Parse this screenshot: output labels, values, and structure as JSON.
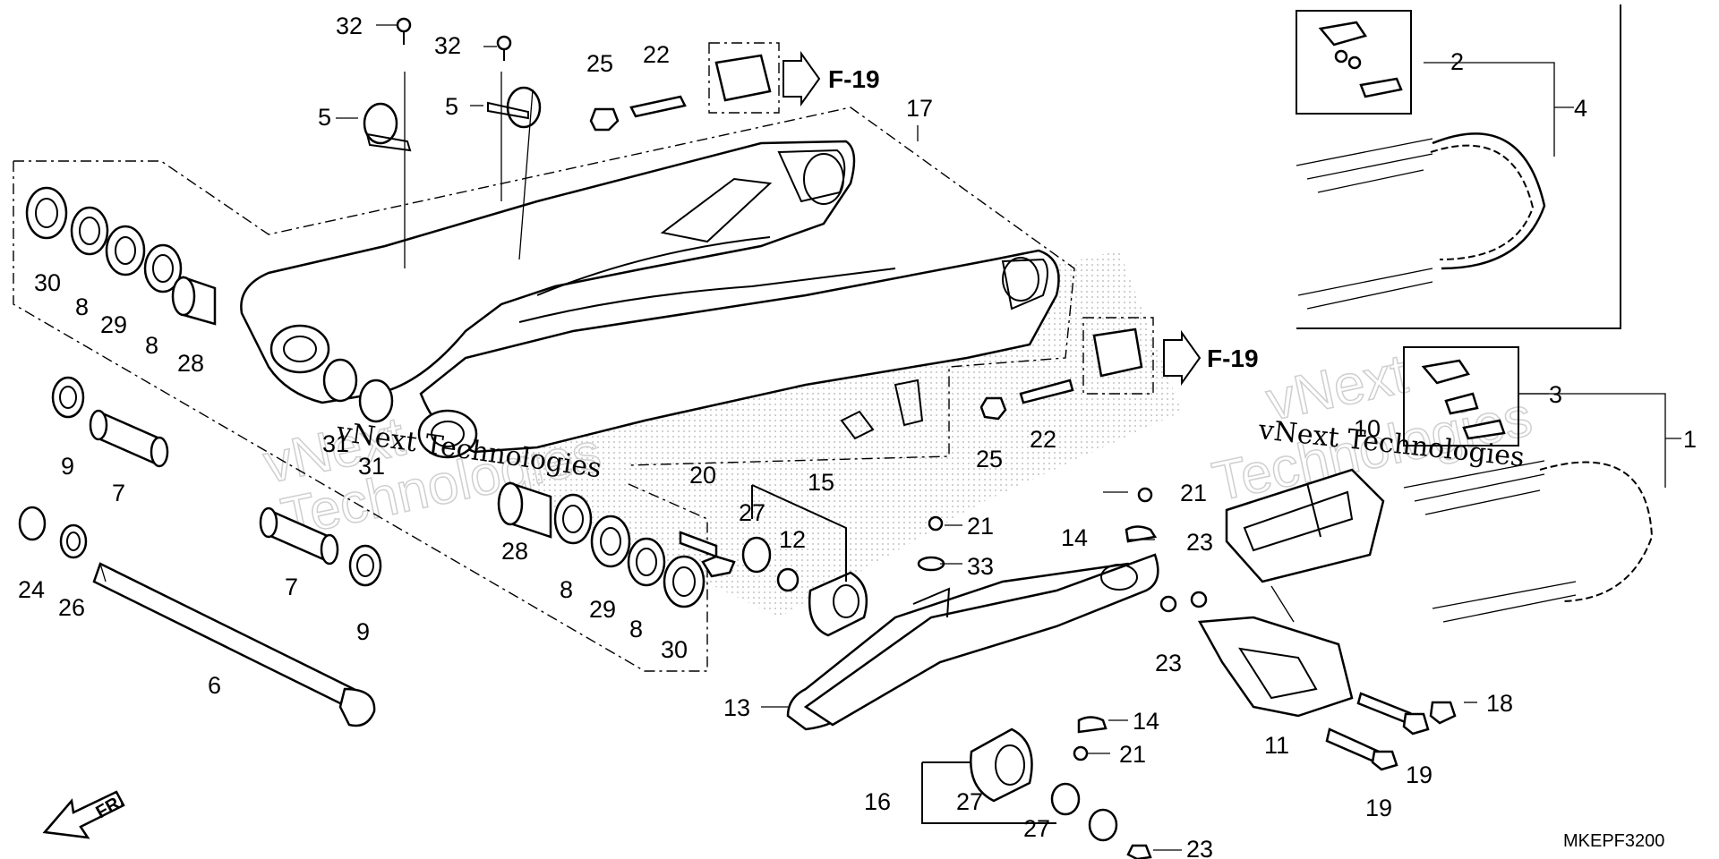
{
  "diagram": {
    "code": "MKEPF3200",
    "front_label": "FR.",
    "watermark": "vNext Technologies",
    "refs": [
      {
        "id": "ref-top",
        "text": "F-19"
      },
      {
        "id": "ref-mid",
        "text": "F-19"
      }
    ],
    "callouts": [
      {
        "n": "32"
      },
      {
        "n": "32"
      },
      {
        "n": "25"
      },
      {
        "n": "22"
      },
      {
        "n": "17"
      },
      {
        "n": "5"
      },
      {
        "n": "5"
      },
      {
        "n": "30"
      },
      {
        "n": "8"
      },
      {
        "n": "29"
      },
      {
        "n": "8"
      },
      {
        "n": "28"
      },
      {
        "n": "31"
      },
      {
        "n": "31"
      },
      {
        "n": "9"
      },
      {
        "n": "7"
      },
      {
        "n": "24"
      },
      {
        "n": "26"
      },
      {
        "n": "7"
      },
      {
        "n": "9"
      },
      {
        "n": "6"
      },
      {
        "n": "28"
      },
      {
        "n": "8"
      },
      {
        "n": "29"
      },
      {
        "n": "8"
      },
      {
        "n": "30"
      },
      {
        "n": "20"
      },
      {
        "n": "27"
      },
      {
        "n": "12"
      },
      {
        "n": "15"
      },
      {
        "n": "21"
      },
      {
        "n": "33"
      },
      {
        "n": "13"
      },
      {
        "n": "16"
      },
      {
        "n": "27"
      },
      {
        "n": "27"
      },
      {
        "n": "14"
      },
      {
        "n": "21"
      },
      {
        "n": "23"
      },
      {
        "n": "25"
      },
      {
        "n": "22"
      },
      {
        "n": "2"
      },
      {
        "n": "4"
      },
      {
        "n": "3"
      },
      {
        "n": "1"
      },
      {
        "n": "10"
      },
      {
        "n": "21"
      },
      {
        "n": "14"
      },
      {
        "n": "23"
      },
      {
        "n": "23"
      },
      {
        "n": "11"
      },
      {
        "n": "18"
      },
      {
        "n": "19"
      },
      {
        "n": "19"
      }
    ]
  }
}
